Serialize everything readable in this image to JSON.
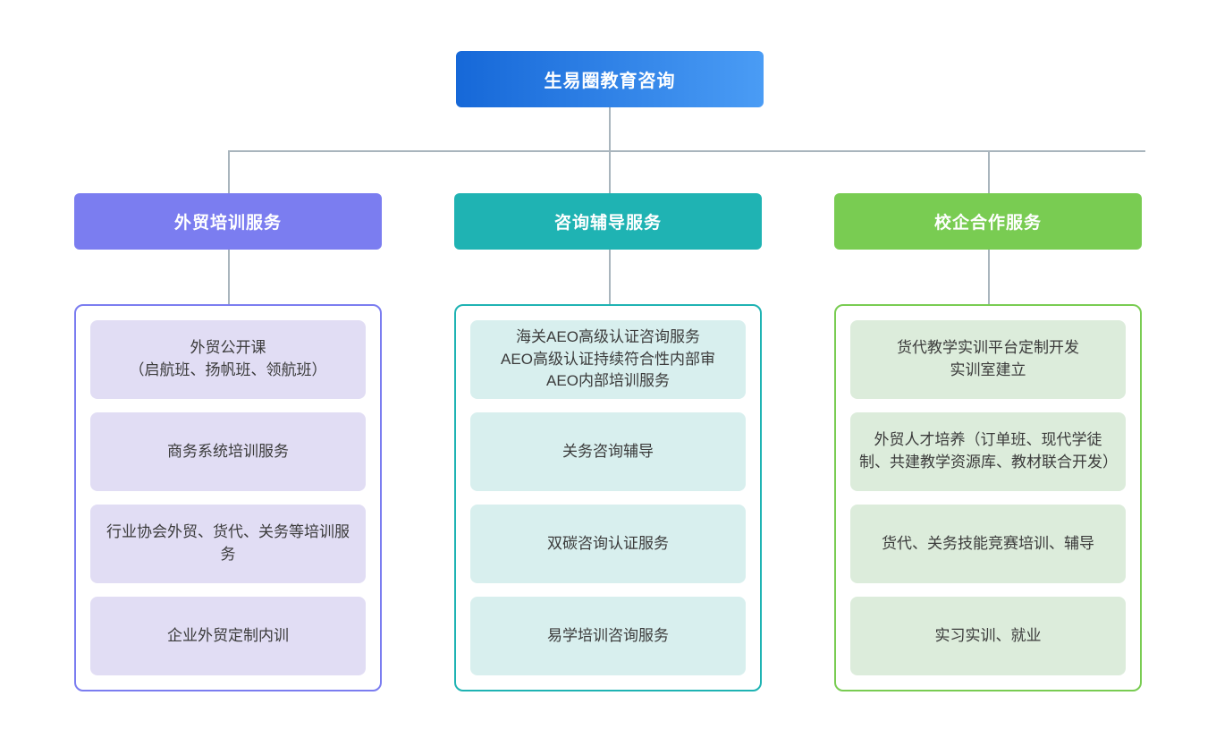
{
  "diagram": {
    "type": "organization-tree",
    "root": {
      "label": "生易圈教育咨询",
      "gradient_from": "#1668d8",
      "gradient_to": "#4a9cf5",
      "text_color": "#ffffff"
    },
    "connector_color": "#a9b5bd",
    "branches": [
      {
        "label": "外贸培训服务",
        "header_color": "#7b7df0",
        "border_color": "#7b7df0",
        "leaf_color": "#e1ddf4",
        "items": [
          "外贸公开课\n（启航班、扬帆班、领航班）",
          "商务系统培训服务",
          "行业协会外贸、货代、关务等培训服务",
          "企业外贸定制内训"
        ]
      },
      {
        "label": "咨询辅导服务",
        "header_color": "#1fb3b3",
        "border_color": "#1fb3b3",
        "leaf_color": "#d8efee",
        "items": [
          "海关AEO高级认证咨询服务\nAEO高级认证持续符合性内部审\nAEO内部培训服务",
          "关务咨询辅导",
          "双碳咨询认证服务",
          "易学培训咨询服务"
        ]
      },
      {
        "label": "校企合作服务",
        "header_color": "#79cc52",
        "border_color": "#79cc52",
        "leaf_color": "#dcecdb",
        "items": [
          "货代教学实训平台定制开发\n实训室建立",
          "外贸人才培养（订单班、现代学徒制、共建教学资源库、教材联合开发）",
          "货代、关务技能竞赛培训、辅导",
          "实习实训、就业"
        ]
      }
    ]
  }
}
